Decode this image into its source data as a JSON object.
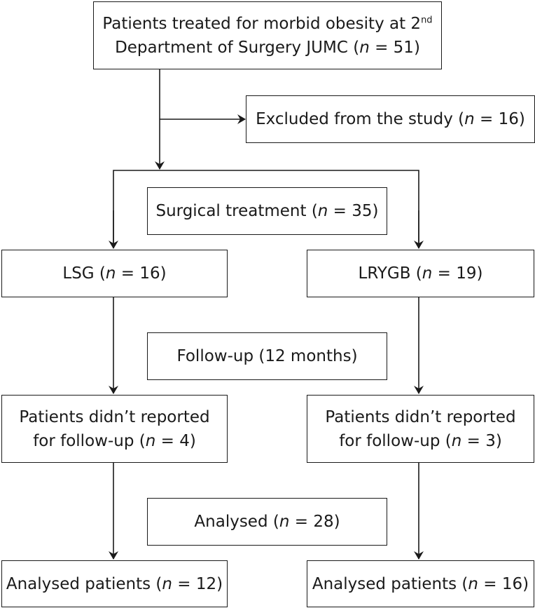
{
  "nodes": {
    "treated": {
      "line1_pre": "Patients treated for morbid obesity at 2",
      "line1_sup": "nd",
      "line2_pre": "Department of Surgery JUMC (",
      "n_symbol": "n",
      "line2_post": " = 51)"
    },
    "excluded": {
      "pre": "Excluded from the study (",
      "n_symbol": "n",
      "post": " = 16)"
    },
    "surgical": {
      "pre": "Surgical treatment (",
      "n_symbol": "n",
      "post": " = 35)"
    },
    "lsg": {
      "pre": "LSG (",
      "n_symbol": "n",
      "post": " = 16)"
    },
    "lrygb": {
      "pre": "LRYGB (",
      "n_symbol": "n",
      "post": " = 19)"
    },
    "followup": {
      "text": "Follow-up (12 months)"
    },
    "lost_lsg": {
      "line1": "Patients didn’t reported",
      "line2_pre": "for follow-up (",
      "n_symbol": "n",
      "line2_post": " = 4)"
    },
    "lost_lrygb": {
      "line1": "Patients didn’t reported",
      "line2_pre": "for follow-up (",
      "n_symbol": "n",
      "line2_post": " = 3)"
    },
    "analysed": {
      "pre": "Analysed (",
      "n_symbol": "n",
      "post": " = 28)"
    },
    "analysed_lsg": {
      "pre": "Analysed patients (",
      "n_symbol": "n",
      "post": " = 12)"
    },
    "analysed_lrygb": {
      "pre": "Analysed patients (",
      "n_symbol": "n",
      "post": " = 16)"
    }
  },
  "edges": [
    {
      "from": "treated",
      "to": "excluded"
    },
    {
      "from": "treated",
      "to": "lsg"
    },
    {
      "from": "treated",
      "to": "lrygb"
    },
    {
      "from": "lsg",
      "to": "lost_lsg"
    },
    {
      "from": "lrygb",
      "to": "lost_lrygb"
    },
    {
      "from": "lost_lsg",
      "to": "analysed_lsg"
    },
    {
      "from": "lost_lrygb",
      "to": "analysed_lrygb"
    }
  ],
  "colors": {
    "line": "#1a1a1a",
    "background": "#ffffff"
  }
}
